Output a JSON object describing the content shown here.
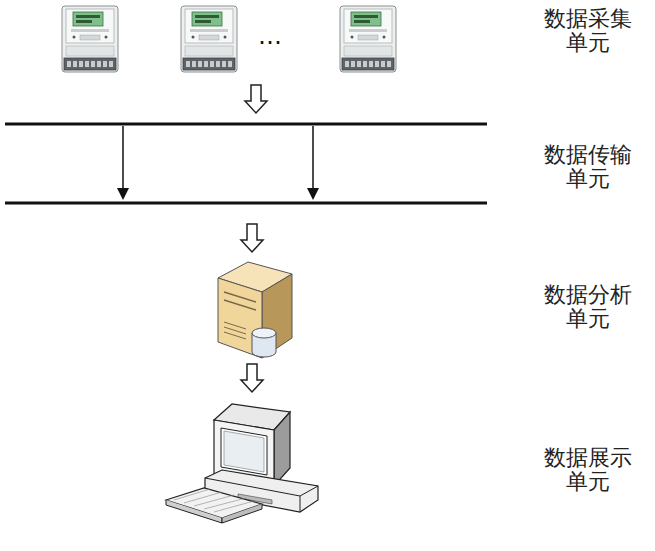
{
  "diagram": {
    "labels": [
      "…",
      "数据采集 单元",
      "数据传输 单元",
      "数据分析 单元",
      "数据展示 单元"
    ]
  }
}
